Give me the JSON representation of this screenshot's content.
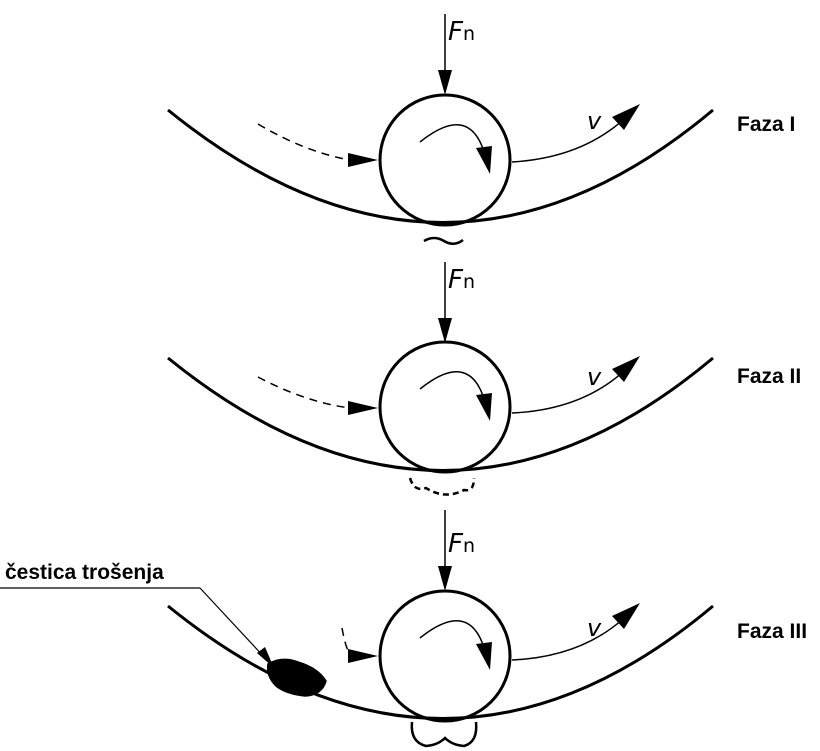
{
  "force_symbol": "F",
  "force_subscript": "n",
  "velocity_symbol": "v",
  "phases": [
    {
      "label": "Faza I",
      "contact_detail": "tilde"
    },
    {
      "label": "Faza II",
      "contact_detail": "dashed-pit"
    },
    {
      "label": "Faza III",
      "contact_detail": "crater"
    }
  ],
  "wear_particle_label": "čestica trošenja",
  "colors": {
    "ink": "#000000",
    "background": "#ffffff"
  }
}
